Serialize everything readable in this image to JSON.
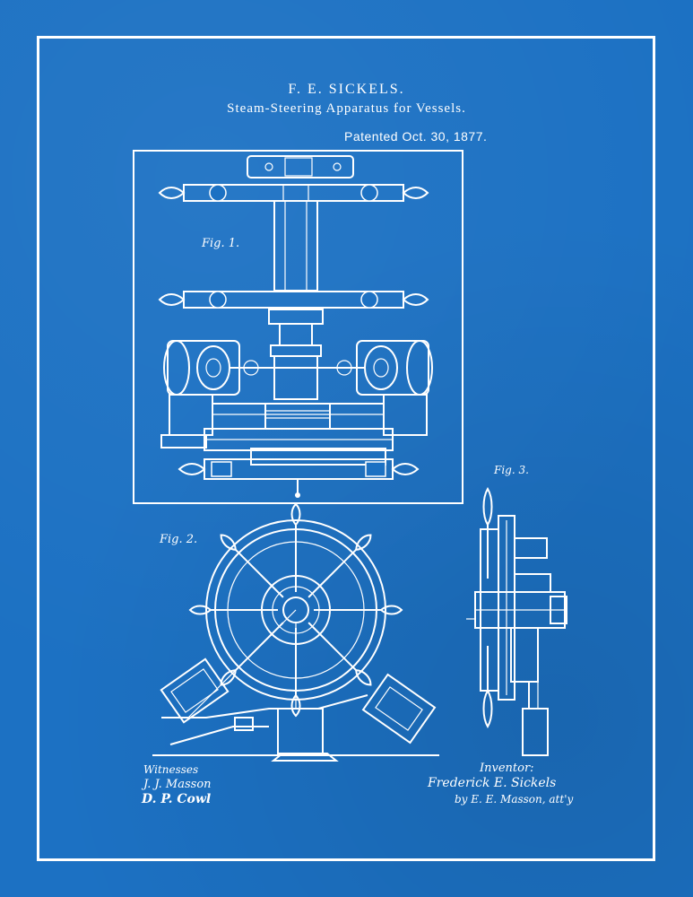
{
  "header": {
    "inventor_name": "F. E. SICKELS.",
    "title": "Steam-Steering Apparatus for Vessels.",
    "patent_date": "Patented Oct. 30, 1877."
  },
  "figures": {
    "fig1": "Fig. 1.",
    "fig2": "Fig. 2.",
    "fig3": "Fig. 3."
  },
  "signatures": {
    "witnesses_label": "Witnesses",
    "witness_1": "J. J. Masson",
    "witness_2": "D. P. Cowl",
    "inventor_label": "Inventor:",
    "inventor_signature": "Frederick E. Sickels",
    "attorney": "by E. E. Masson, att'y"
  },
  "colors": {
    "blueprint_background": "#1c71c3",
    "line_color": "#ffffff"
  }
}
